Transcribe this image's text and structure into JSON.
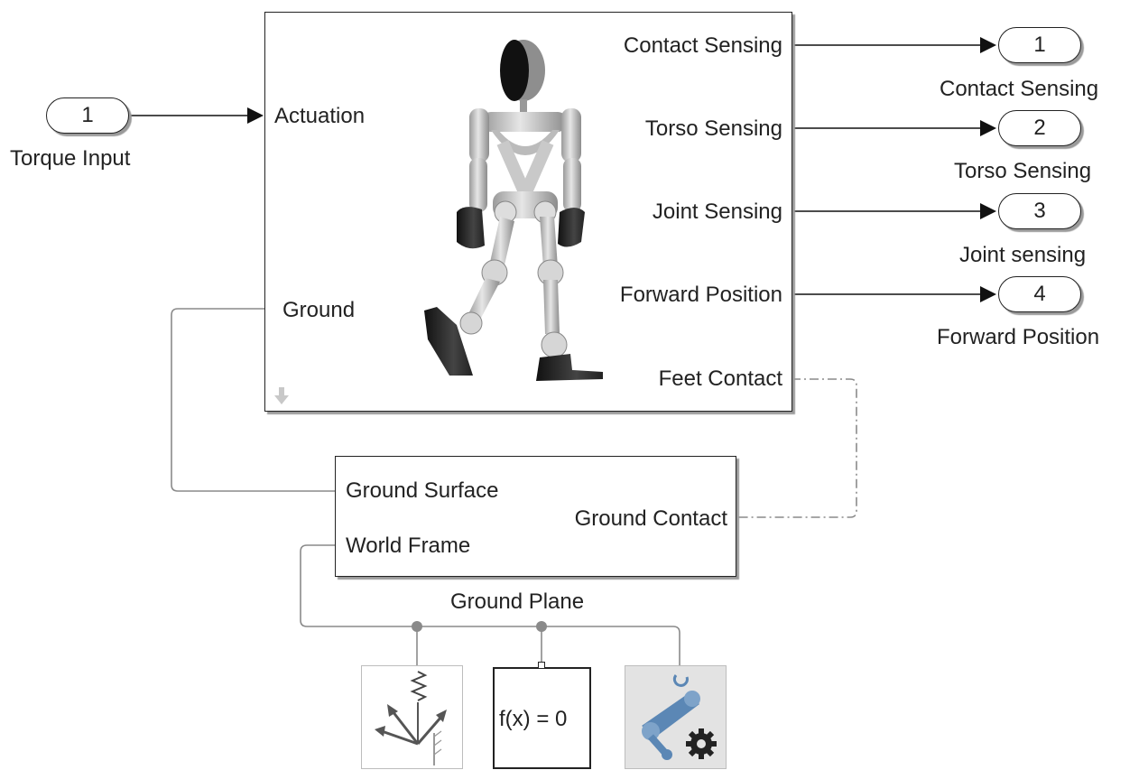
{
  "inport": {
    "number": "1",
    "name": "Torque Input"
  },
  "subsystem": {
    "input_ports": [
      "Actuation",
      "Ground"
    ],
    "output_ports": [
      "Contact Sensing",
      "Torso Sensing",
      "Joint Sensing",
      "Forward Position",
      "Feet Contact"
    ]
  },
  "outports": [
    {
      "number": "1",
      "name": "Contact Sensing"
    },
    {
      "number": "2",
      "name": "Torso Sensing"
    },
    {
      "number": "3",
      "name": "Joint sensing"
    },
    {
      "number": "4",
      "name": "Forward Position"
    }
  ],
  "ground_plane": {
    "name": "Ground Plane",
    "ports": [
      "Ground Surface",
      "World Frame",
      "Ground Contact"
    ]
  },
  "bottom_blocks": {
    "world_frame_icon": "world-frame-icon",
    "solver_label": "f(x) = 0",
    "mechanism_config_icon": "mechanism-configuration-icon"
  },
  "colors": {
    "block_border": "#222222",
    "physical_line": "#8a8a8a",
    "signal_line": "#111111",
    "icon_blue": "#5b87b5"
  }
}
